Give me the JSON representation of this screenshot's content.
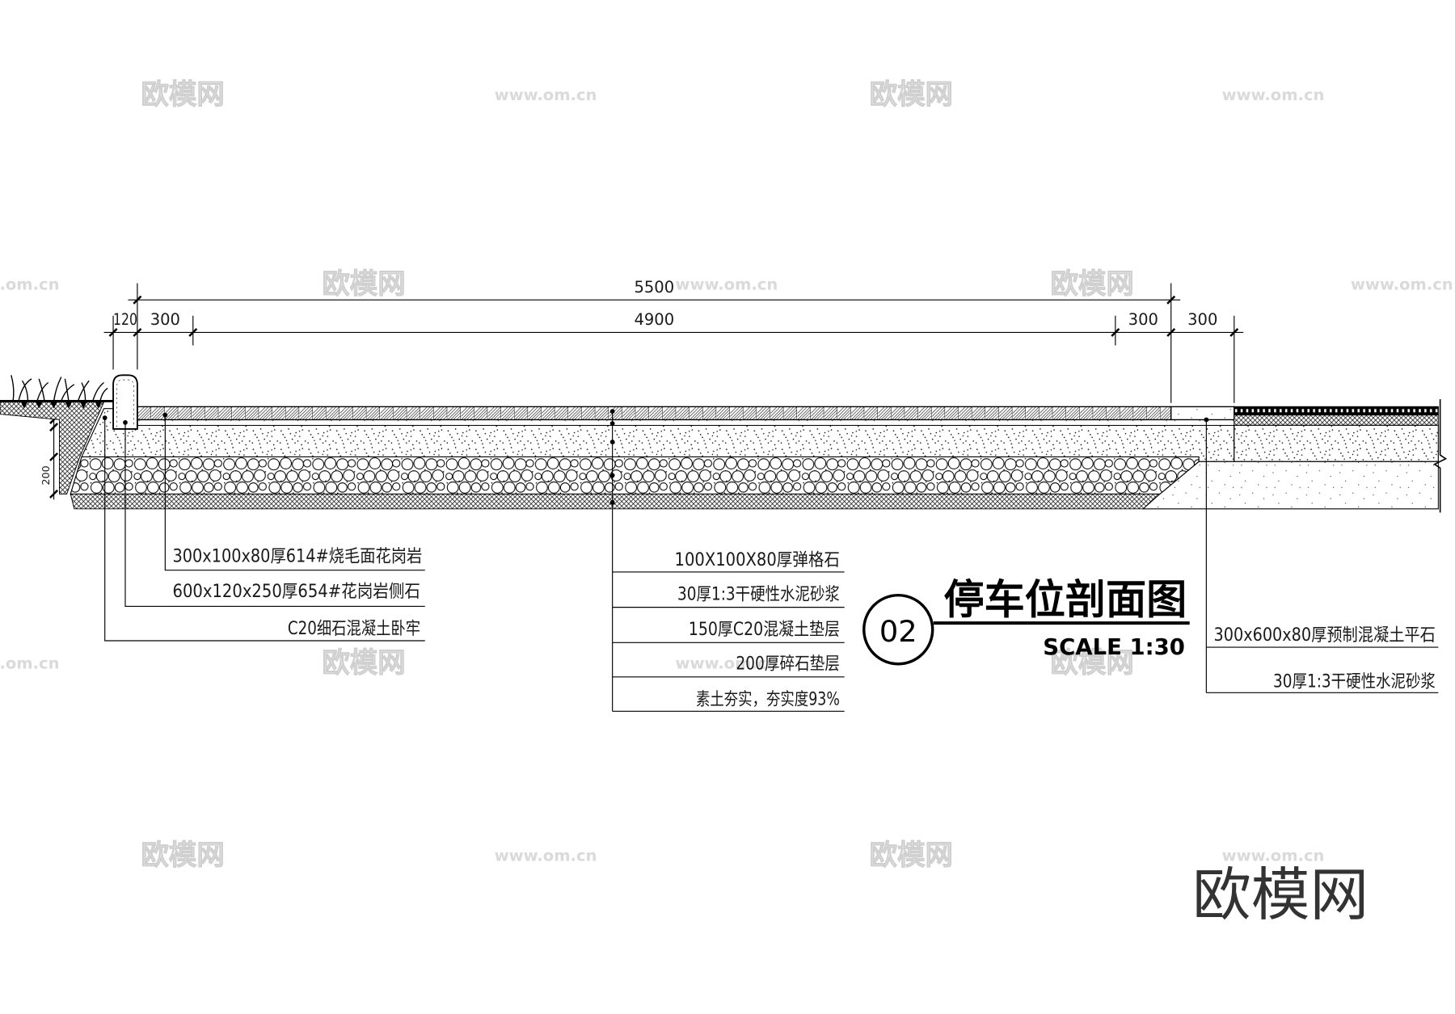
{
  "drawing": {
    "number": "02",
    "title": "停车位剖面图",
    "scale": "SCALE 1:30"
  },
  "dimensions": {
    "overall": "5500",
    "curb": "120",
    "left_border": "300",
    "field": "4900",
    "right_border": "300",
    "flat_stone": "300",
    "subbase_depth": "200"
  },
  "callouts": {
    "left": [
      "300x100x80厚614#烧毛面花岗岩",
      "600x120x250厚654#花岗岩侧石",
      "C20细石混凝土卧牢"
    ],
    "center": [
      "100X100X80厚弹格石",
      "30厚1:3干硬性水泥砂浆",
      "150厚C20混凝土垫层",
      "200厚碎石垫层",
      "素土夯实，夯实度93%"
    ],
    "right": [
      "300x600x80厚预制混凝土平石",
      "30厚1:3干硬性水泥砂浆"
    ]
  },
  "watermark": {
    "logo": "欧模网",
    "site": "www.om.cn"
  },
  "colors": {
    "background": "#ffffff",
    "line": "#000000",
    "watermark": "#d9d9d9",
    "logo": "#333333"
  }
}
